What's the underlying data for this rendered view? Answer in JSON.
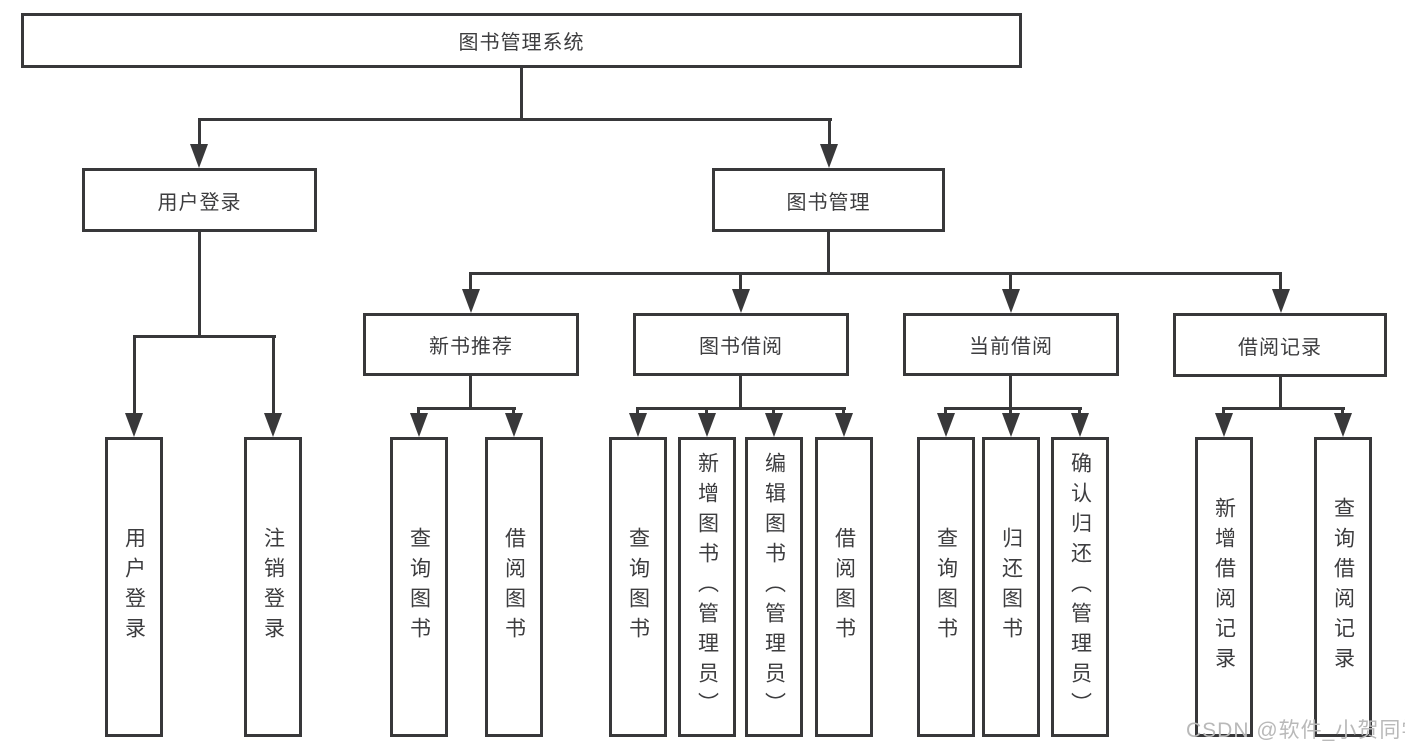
{
  "diagram": {
    "root": {
      "label": "图书管理系统"
    },
    "level2": {
      "user_login": {
        "label": "用户登录"
      },
      "book_management": {
        "label": "图书管理"
      }
    },
    "level3": {
      "new_book_recommend": {
        "label": "新书推荐"
      },
      "book_borrowing": {
        "label": "图书借阅"
      },
      "current_borrowing": {
        "label": "当前借阅"
      },
      "borrowing_records": {
        "label": "借阅记录"
      }
    },
    "leaves": {
      "user_login": {
        "label": "用户登录"
      },
      "logout": {
        "label": "注销登录"
      },
      "recommend_query_books": {
        "label": "查询图书"
      },
      "recommend_borrow_books": {
        "label": "借阅图书"
      },
      "borrowing_query_books": {
        "label": "查询图书"
      },
      "borrowing_add_book_admin": {
        "label": "新增图书（管理员）"
      },
      "borrowing_edit_book_admin": {
        "label": "编辑图书（管理员）"
      },
      "borrowing_borrow_books": {
        "label": "借阅图书"
      },
      "current_query_books": {
        "label": "查询图书"
      },
      "current_return_books": {
        "label": "归还图书"
      },
      "current_confirm_return_admin": {
        "label": "确认归还（管理员）"
      },
      "records_add_record": {
        "label": "新增借阅记录"
      },
      "records_query_record": {
        "label": "查询借阅记录"
      }
    },
    "watermark": "CSDN @软件_小贺同学",
    "colors": {
      "line": "#38383a",
      "text": "#3d3d3f",
      "watermark": "#b9b9b9",
      "background": "#ffffff"
    }
  }
}
